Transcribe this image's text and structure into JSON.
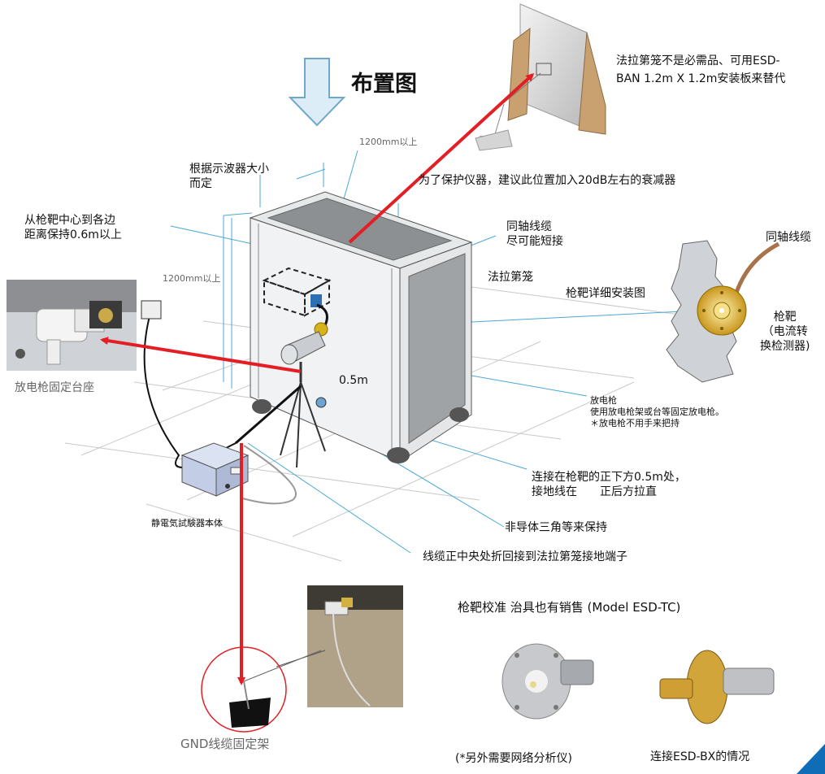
{
  "title": "布置图",
  "labels": {
    "farad_note": "法拉第笼不是必需品、可用ESD-\nBAN 1.2m X 1.2m安装板来替代",
    "dim_top": "1200mm以上",
    "osc_size": "根据示波器大小\n而定",
    "attenuator": "为了保护仪器，建议此位置加入20dB左右的衰减器",
    "distance": "从枪靶中心到各边\n距离保持0.6m以上",
    "coax_short": "同轴线缆\n尽可能短接",
    "faraday_cage": "法拉第笼",
    "coax_cable": "同轴线缆",
    "target_detail": "枪靶详细安装图",
    "dim_left": "1200mm以上",
    "target": "枪靶\n（电流转\n换检测器)",
    "gun_mount": "放电枪固定台座",
    "gun_title": "放电枪",
    "gun_line1": "使用放电枪架或台等固定放电枪。",
    "gun_line2": "＊放电枪不用手来把持",
    "half_m": "0.5m",
    "ground_conn": "连接在枪靶的正下方0.5m处，\n接地线在　　正后方拉直",
    "tripod": "非导体三角等来保持",
    "tester_body": "静電気試験器本体",
    "cable_fold": "线缆正中央处折回接到法拉第笼接地端子",
    "calib": "枪靶校准 治具也有销售 (Model ESD-TC)",
    "gnd_mount": "GND线缆固定架",
    "network_analyzer": "(*另外需要网络分析仪)",
    "esd_bx": "连接ESD-BX的情况"
  },
  "colors": {
    "arrow_red": "#e31e24",
    "leader_blue": "#4aa8d8",
    "down_arrow_fill": "#dcedf8",
    "down_arrow_stroke": "#6fa8c8",
    "corner_blue": "#0f6db8"
  },
  "icons": {
    "down_arrow": "down-arrow-icon"
  }
}
